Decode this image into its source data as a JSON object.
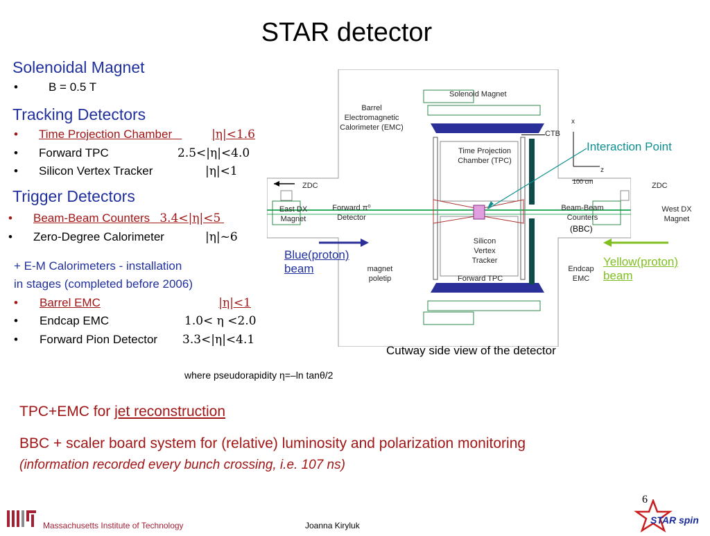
{
  "title": "STAR detector",
  "solenoid": {
    "heading": "Solenoidal Magnet",
    "items": [
      {
        "text": "B = 0.5 T"
      }
    ]
  },
  "tracking": {
    "heading": "Tracking Detectors",
    "items": [
      {
        "name": "Time Projection Chamber",
        "eta": "|η|<1.6"
      },
      {
        "name": "Forward TPC",
        "eta": "2.5<|η|<4.0"
      },
      {
        "name": "Silicon Vertex Tracker",
        "eta": "|η|<1"
      }
    ]
  },
  "trigger": {
    "heading": "Trigger Detectors",
    "items": [
      {
        "name": "Beam-Beam Counters",
        "eta": "3.4<|η|<5"
      },
      {
        "name": "Zero-Degree Calorimeter",
        "eta": "|η|~6"
      }
    ]
  },
  "emc": {
    "line1": "+ E-M Calorimeters - installation",
    "line2": "in stages (completed before 2006)",
    "items": [
      {
        "name": "Barrel EMC",
        "eta": "|η|<1"
      },
      {
        "name": "Endcap EMC",
        "eta": "1.0< η <2.0"
      },
      {
        "name": "Forward Pion Detector",
        "eta": "3.3<|η|<4.1"
      }
    ]
  },
  "pseudorapidity_note": "where pseudorapidity η=–ln tanθ/2",
  "diagram": {
    "labels": {
      "solenoid_magnet": "Solenoid Magnet",
      "barrel_emc": "Barrel Electromagnetic Calorimeter (EMC)",
      "ctb": "CTB",
      "tpc": "Time Projection Chamber (TPC)",
      "zdc": "ZDC",
      "east_dx": "East DX Magnet",
      "west_dx": "West DX Magnet",
      "forward_pi0": "Forward π⁰ Detector",
      "bbc": "Beam-Beam Counters",
      "svt": "Silicon Vertex Tracker",
      "magnet_poletip": "magnet poletip",
      "forward_tpc": "Forward TPC",
      "endcap_emc": "Endcap EMC",
      "axis_x": "x",
      "axis_z": "z",
      "scale": "100 cm"
    },
    "caption": "Cutway side view of the detector"
  },
  "callouts": {
    "interaction_point": "Interaction Point",
    "bbc_short": "(BBC)",
    "blue_beam": "Blue(proton) beam",
    "yellow_beam": "Yellow(proton) beam"
  },
  "bottom": {
    "tpc_emc_prefix": "TPC+EMC for",
    "tpc_emc_link": "jet reconstruction",
    "bbc_line": "BBC + scaler board system for (relative) luminosity and polarization monitoring",
    "bbc_note": "(information recorded every bunch crossing, i.e. 107 ns)"
  },
  "footer": {
    "org": "Massachusetts Institute of Technology",
    "author": "Joanna Kiryluk",
    "page": "6",
    "logo_text": "STAR spin"
  },
  "colors": {
    "heading_blue": "#1f2f9c",
    "accent_red": "#a01515",
    "interaction_teal": "#0f8f8f",
    "yellow_green": "#7fbf1f"
  }
}
